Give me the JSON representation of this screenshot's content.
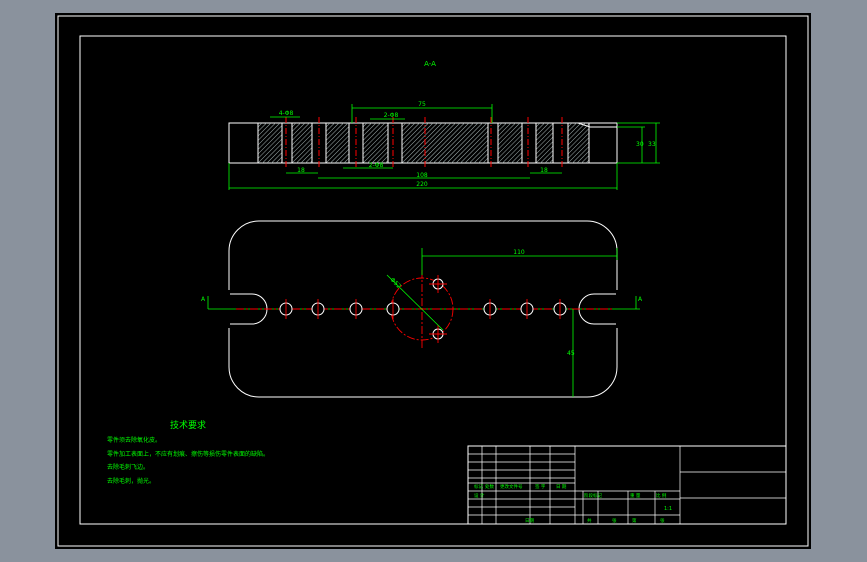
{
  "section_label": "A-A",
  "dims": {
    "top_width_small": "4-Φ8",
    "top_span": "75",
    "top_mid_small": "2-Φ8",
    "bottom_left": "18",
    "bottom_mid_small": "2-Φ8",
    "bottom_center": "108",
    "bottom_right": "18",
    "overall_width": "220",
    "right_h1": "30",
    "right_h2": "33",
    "plan_top": "110",
    "plan_diameter": "Φ52",
    "plan_right_v": "45",
    "section_marker_left": "A",
    "section_marker_right": "A"
  },
  "tech_req": {
    "title": "技术要求",
    "lines": [
      "零件须去除氧化皮。",
      "零件加工表面上，不应有划痕、擦伤等损伤零件表面的缺陷。",
      "去除毛刺飞边。",
      "去除毛刺，抛光。"
    ]
  },
  "title_block": {
    "row_labels": [
      "标记",
      "处数",
      "更改文件号",
      "签 字",
      "日 期"
    ],
    "design_label": "设 计",
    "stage_labels": [
      "阶段标记",
      "重 量",
      "比 例"
    ],
    "scale": "1:1",
    "sheet_labels": [
      "共",
      "张",
      "第",
      "张"
    ],
    "approve_label": "日期"
  },
  "colors": {
    "outline": "#ffffff",
    "dimension": "#00ff00",
    "center_line": "#ff0000",
    "hatch": "#9aa8a8",
    "paper": "#000000",
    "background": "#8a929d"
  }
}
